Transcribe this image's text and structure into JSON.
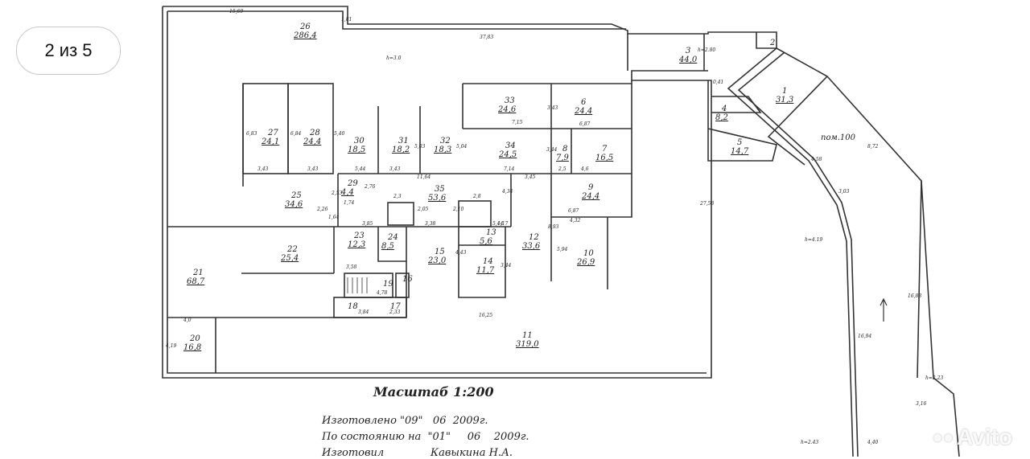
{
  "gallery": {
    "counter": "2 из 5"
  },
  "plan": {
    "scale_label": "Масштаб 1:200",
    "made_line": "Изготовлено \"09\"   06  2009г.",
    "state_line": "По состоянию на  \"01\"     06    2009г.",
    "maker_line": "Изготовил              Кавыкина Н.А.",
    "watermark": "Avito",
    "rooms": [
      {
        "n": "1",
        "a": "31,3"
      },
      {
        "n": "2",
        "a": ""
      },
      {
        "n": "3",
        "a": "44,0"
      },
      {
        "n": "4",
        "a": "8,2"
      },
      {
        "n": "5",
        "a": "14,7"
      },
      {
        "n": "6",
        "a": "24,4"
      },
      {
        "n": "7",
        "a": "16,5"
      },
      {
        "n": "8",
        "a": "7,9"
      },
      {
        "n": "9",
        "a": "24,4"
      },
      {
        "n": "10",
        "a": "26,9"
      },
      {
        "n": "11",
        "a": "319,0"
      },
      {
        "n": "12",
        "a": "33,6"
      },
      {
        "n": "13",
        "a": "5,6"
      },
      {
        "n": "14",
        "a": "11,7"
      },
      {
        "n": "15",
        "a": "23,0"
      },
      {
        "n": "16",
        "a": ""
      },
      {
        "n": "17",
        "a": ""
      },
      {
        "n": "18",
        "a": ""
      },
      {
        "n": "19",
        "a": ""
      },
      {
        "n": "20",
        "a": "16,8"
      },
      {
        "n": "21",
        "a": "68,7"
      },
      {
        "n": "22",
        "a": "25,4"
      },
      {
        "n": "23",
        "a": "12,3"
      },
      {
        "n": "24",
        "a": "8,5"
      },
      {
        "n": "25",
        "a": "34,6"
      },
      {
        "n": "26",
        "a": "286,4"
      },
      {
        "n": "27",
        "a": "24,1"
      },
      {
        "n": "28",
        "a": "24,4"
      },
      {
        "n": "29",
        "a": "4,4"
      },
      {
        "n": "30",
        "a": "18,5"
      },
      {
        "n": "31",
        "a": "18,2"
      },
      {
        "n": "32",
        "a": "18,3"
      },
      {
        "n": "33",
        "a": "24,6"
      },
      {
        "n": "34",
        "a": "24,5"
      },
      {
        "n": "35",
        "a": "53,6"
      }
    ],
    "labels": {
      "pom": "пом.100",
      "h1": "h=3.0",
      "h2": "h=2.80",
      "h3": "h=4.19",
      "h4": "h=2.23",
      "h5": "h=2.43"
    },
    "dims": [
      "15,69",
      "37,83",
      "1,81",
      "3,43",
      "3,43",
      "5,40",
      "6,83",
      "6,84",
      "3,43",
      "5,03",
      "5,04",
      "3,44",
      "7,14",
      "5,44",
      "11,64",
      "7,15",
      "6,87",
      "6,87",
      "4,6",
      "2,5",
      "27,58",
      "3,45",
      "3,85",
      "3,38",
      "1,17",
      "4,34",
      "4,43",
      "16,25",
      "4,0",
      "4,19",
      "2,53",
      "2,26",
      "1,74",
      "2,76",
      "2,3",
      "2,05",
      "2,10",
      "2,8",
      "3,58",
      "4,78",
      "3,84",
      "2,33",
      "8,93",
      "5,94",
      "4,32",
      "3,44",
      "0,41",
      "8,72",
      "4,58",
      "3,03",
      "16,94",
      "16,83",
      "3,16",
      "4,40",
      "3,43",
      "5,44",
      "1,64"
    ]
  }
}
